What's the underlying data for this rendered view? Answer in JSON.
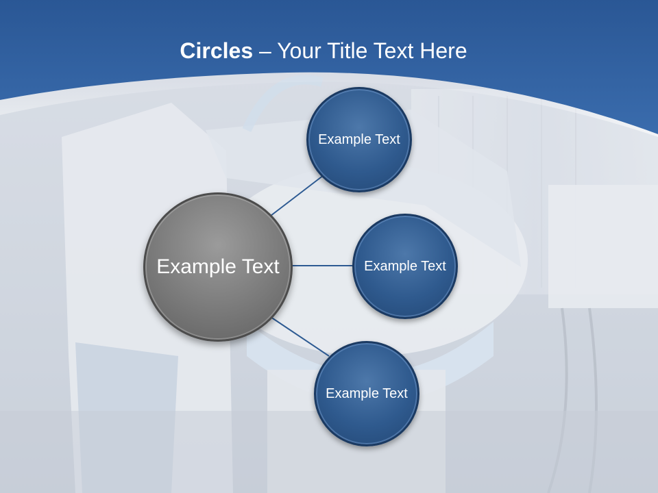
{
  "slide": {
    "title_bold": "Circles",
    "title_rest": " – Your Title Text Here"
  },
  "diagram": {
    "center": {
      "label": "Example Text"
    },
    "satellites": [
      {
        "label": "Example Text"
      },
      {
        "label": "Example Text"
      },
      {
        "label": "Example Text"
      }
    ]
  },
  "colors": {
    "header_blue": "#2f5f9e",
    "circle_blue": "#2f5a8e",
    "circle_gray": "#7a7a7a",
    "connector": "#2d5a92"
  }
}
